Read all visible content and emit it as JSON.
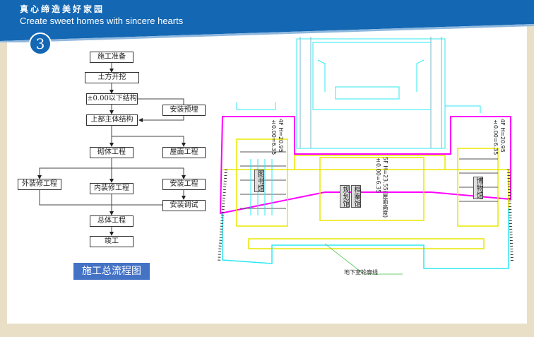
{
  "header": {
    "slogan_cn": "真心缔造美好家园",
    "slogan_en": "Create sweet homes with sincere hearts",
    "section_number": "3"
  },
  "flowchart": {
    "title": "施工总流程图",
    "steps": {
      "prep": "施工准备",
      "earthwork": "土方开挖",
      "substructure": "±0.00以下结构",
      "embed": "安装预埋",
      "superstructure": "上部主体结构",
      "masonry": "砌体工程",
      "roof": "屋面工程",
      "exterior": "外装修工程",
      "interior": "内装修工程",
      "install": "安装工程",
      "commission": "安装调试",
      "overall": "总体工程",
      "complete": "竣工"
    }
  },
  "plan": {
    "left_note": "4F H=20.95 ±0.00=6.35",
    "right_note": "4F H=20.95 ±0.00=6.35",
    "center_note": "5F H=23.55(屋面高度) ±0.00=6.35",
    "library": "图书馆",
    "archive": "档案馆",
    "planning": "规划馆",
    "museum": "博物馆",
    "basement_outline": "地下室轮廓线"
  }
}
